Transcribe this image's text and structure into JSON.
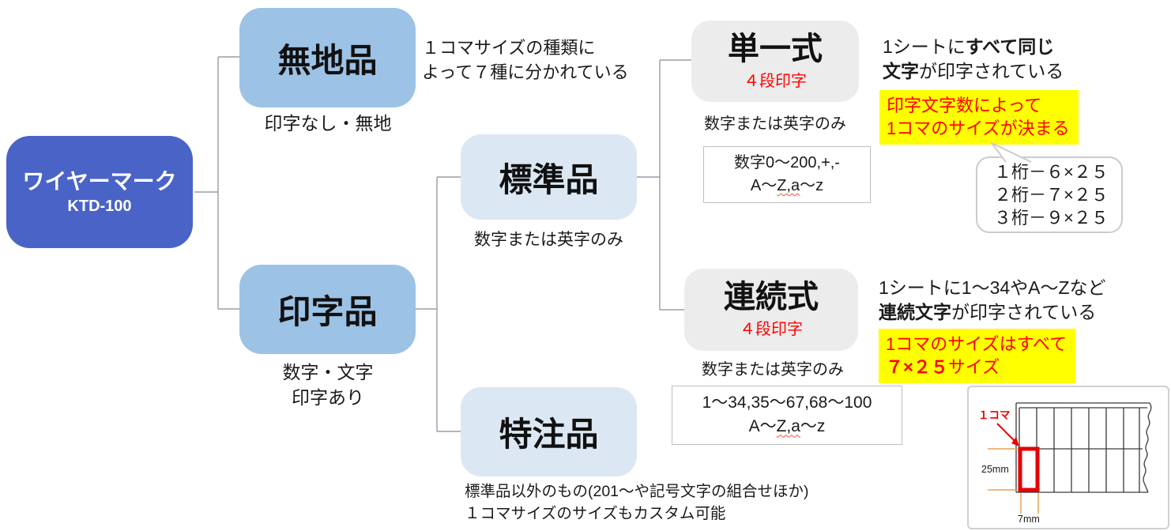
{
  "colors": {
    "root_box": "#4a63c7",
    "branch_box": "#9cc2e5",
    "light_box": "#dbe8f3",
    "gray_box": "#ececec",
    "highlight_bg": "#ffff00",
    "accent_red": "#ff0000",
    "dimension_line": "#e8a05a"
  },
  "root": {
    "title": "ワイヤーマーク",
    "model": "KTD-100"
  },
  "muji": {
    "label": "無地品",
    "note_line1": "１コマサイズの種類に",
    "note_line2": "よって７種に分かれている",
    "caption": "印字なし・無地"
  },
  "inji": {
    "label": "印字品",
    "caption_line1": "数字・文字",
    "caption_line2": "印字あり"
  },
  "hyojun": {
    "label": "標準品",
    "caption": "数字または英字のみ"
  },
  "tokuchu": {
    "label": "特注品",
    "caption_line1": "標準品以外のもの(201～や記号文字の組合せほか)",
    "caption_line2": "１コマサイズのサイズもカスタム可能"
  },
  "tanitsu": {
    "label": "単一式",
    "sublabel": "４段印字",
    "caption": "数字または英字のみ",
    "charset_line1": "数字0～200,+,-",
    "charset_l2a": "A～",
    "charset_l2b": "Z,a",
    "charset_l2c": "～z",
    "note_l1a": "1シートに",
    "note_l1b": "すべて同じ",
    "note_l2a": "文字",
    "note_l2b": "が印字されている",
    "highlight_line1": "印字文字数によって",
    "highlight_line2": "1コマのサイズが決まる",
    "bubble_lines": [
      "１桁－６×２５",
      "２桁－７×２５",
      "３桁－９×２５"
    ]
  },
  "renzoku": {
    "label": "連続式",
    "sublabel": "４段印字",
    "caption": "数字または英字のみ",
    "charset_line1": "1～34,35～67,68～100",
    "charset_l2a": "A～",
    "charset_l2b": "Z,a",
    "charset_l2c": "～z",
    "note_l1": "1シートに1～34やA～Zなど",
    "note_l2a": "連続文字",
    "note_l2b": "が印字されている",
    "highlight_l1": "1コマのサイズはすべて",
    "highlight_l2a": "７×２５",
    "highlight_l2b": "サイズ"
  },
  "sheet_diagram": {
    "koma_label": "１コマ",
    "height_label": "25mm",
    "width_label": "7mm"
  }
}
